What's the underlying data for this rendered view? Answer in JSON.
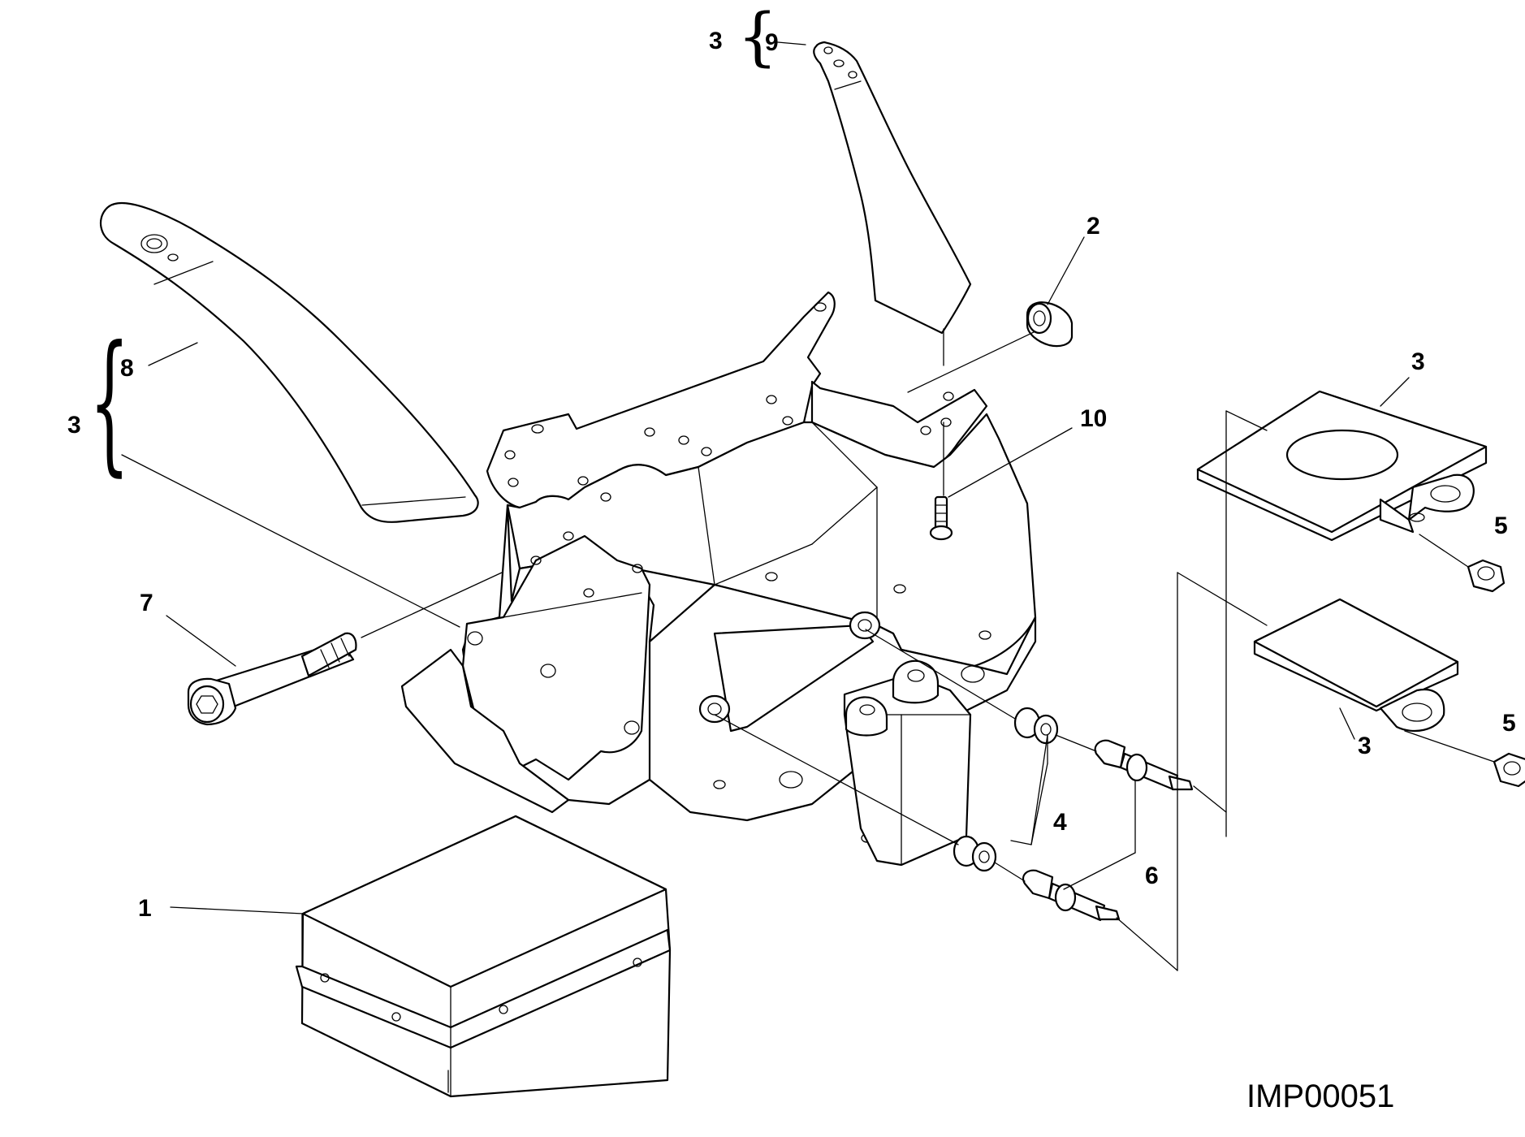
{
  "drawing_id": "IMP00051",
  "callouts": {
    "c1": "1",
    "c2": "2",
    "c3_top": "3",
    "c9": "9",
    "c3_left": "3",
    "c8": "8",
    "c7": "7",
    "c10": "10",
    "c3_right_top": "3",
    "c5_top": "5",
    "c5_bottom": "5",
    "c3_right_bottom": "3",
    "c4": "4",
    "c6": "6"
  },
  "icons": {
    "control_unit": "control-unit-box",
    "frame": "mounting-frame-bracket",
    "bracket_left": "support-strap-left",
    "bracket_top": "support-plate-top",
    "bushing": "rubber-bushing",
    "screw": "cap-screw",
    "pad": "mounting-pad"
  }
}
